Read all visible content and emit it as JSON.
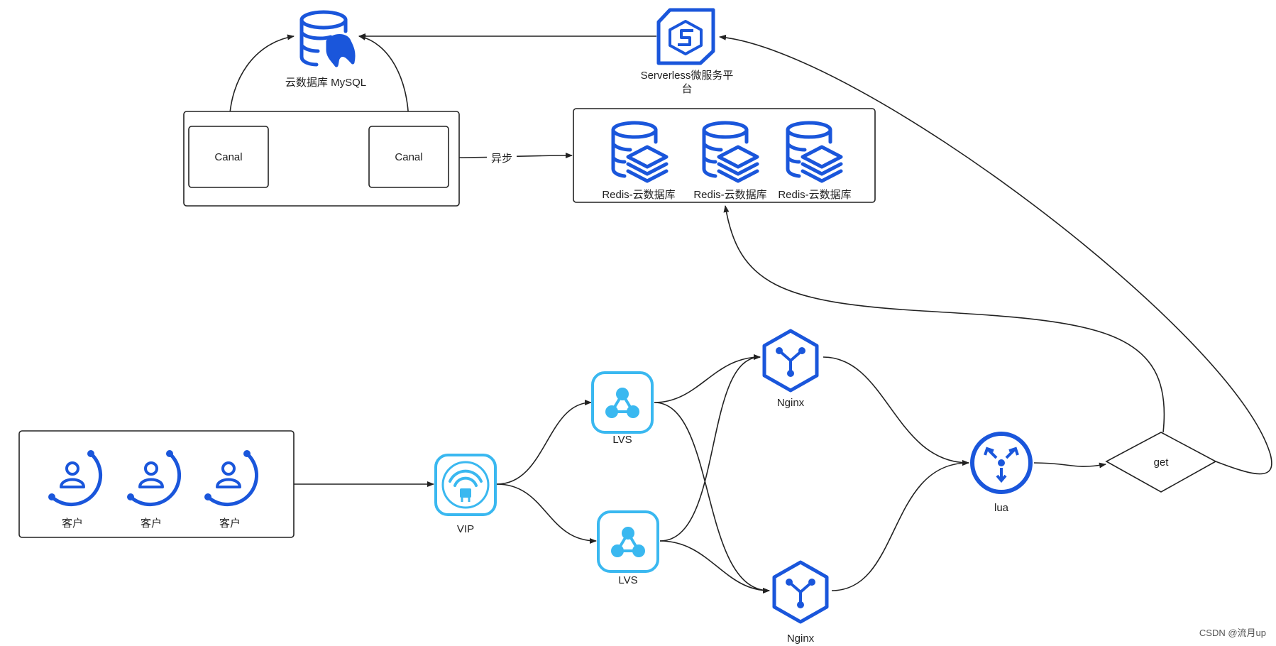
{
  "nodes": {
    "mysql": "云数据库 MySQL",
    "serverless_line1": "Serverless微服务平",
    "serverless_line2": "台",
    "canal_1": "Canal",
    "canal_2": "Canal",
    "redis_1": "Redis-云数据库",
    "redis_2": "Redis-云数据库",
    "redis_3": "Redis-云数据库",
    "client_1": "客户",
    "client_2": "客户",
    "client_3": "客户",
    "vip": "VIP",
    "lvs_top": "LVS",
    "lvs_bottom": "LVS",
    "nginx_top": "Nginx",
    "nginx_bottom": "Nginx",
    "lua": "lua",
    "get": "get"
  },
  "edge_labels": {
    "async": "异步"
  },
  "watermark": "CSDN @流月up",
  "colors": {
    "icon_blue": "#1a56db",
    "icon_cyan": "#3ab8f0",
    "line": "#222222"
  },
  "icons": {
    "mysql": "database-dolphin-icon",
    "serverless": "serverless-hexagon-icon",
    "redis": "database-layers-icon",
    "client": "user-circle-icon",
    "vip": "router-signal-icon",
    "lvs": "network-nodes-icon",
    "nginx": "hexagon-fork-icon",
    "lua": "distribute-circle-icon"
  }
}
